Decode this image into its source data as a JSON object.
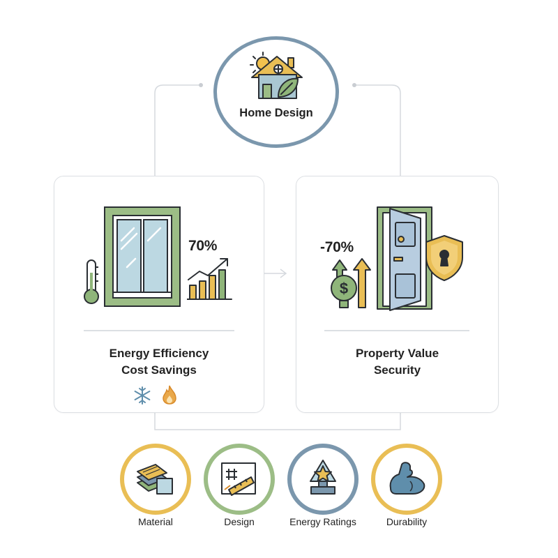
{
  "hub": {
    "title": "Home Design",
    "icon": "eco-house-icon"
  },
  "cards": [
    {
      "line1": "Energy Efficiency",
      "line2": "Cost Savings",
      "stat": "70%",
      "icons": [
        "thermometer-icon",
        "window-icon",
        "bar-chart-up-icon",
        "snowflake-icon",
        "flame-icon"
      ]
    },
    {
      "line1": "Property Value",
      "line2": "Security",
      "stat": "-70%",
      "icons": [
        "dollar-coin-icon",
        "door-icon",
        "shield-lock-icon"
      ]
    }
  ],
  "factors": [
    {
      "label": "Material",
      "icon": "material-layers-icon",
      "ring_color": "#e9be55"
    },
    {
      "label": "Design",
      "icon": "blueprint-icon",
      "ring_color": "#9cbd86"
    },
    {
      "label": "Energy Ratings",
      "icon": "star-trophy-icon",
      "ring_color": "#7b97ad"
    },
    {
      "label": "Durability",
      "icon": "flexed-arm-icon",
      "ring_color": "#e9be55"
    }
  ],
  "colors": {
    "blue_ring": "#7b97ad",
    "green": "#8fb57a",
    "gold": "#e9be55",
    "connector": "#d5d9de"
  }
}
